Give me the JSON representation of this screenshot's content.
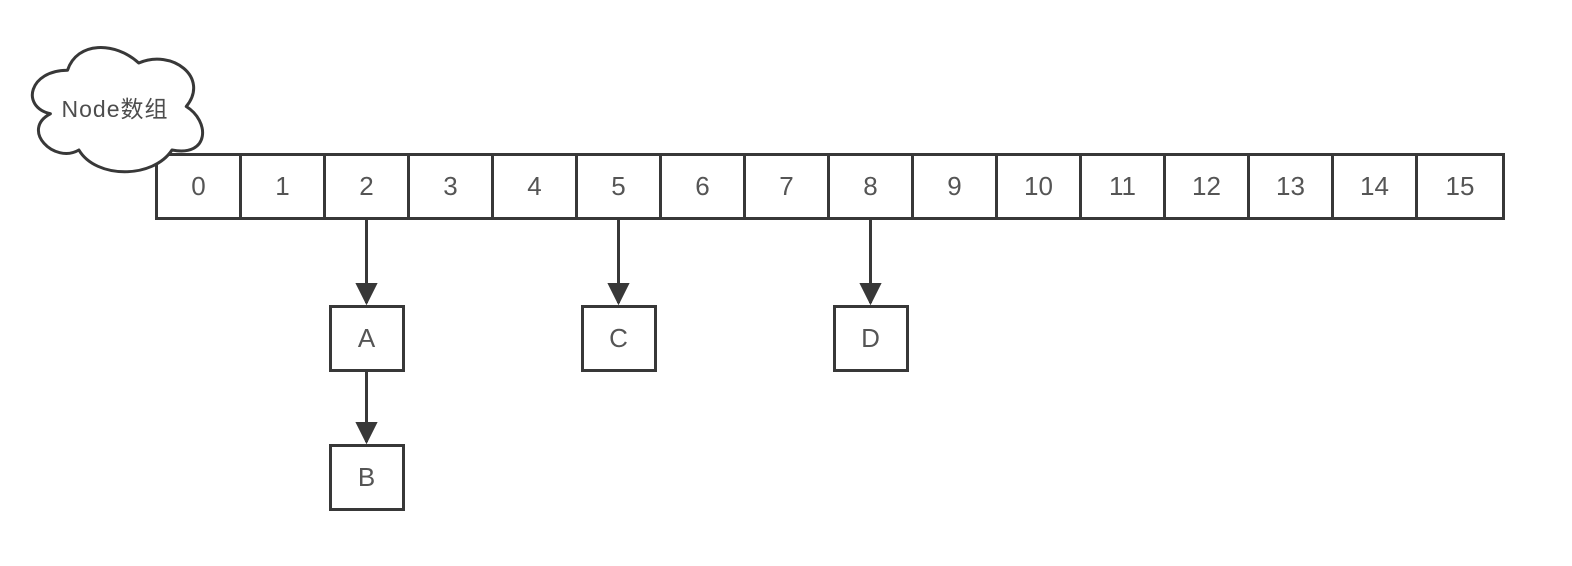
{
  "colors": {
    "stroke": "#383838",
    "text": "#555555",
    "shape_fill": "#ffffff",
    "background": "#ffffff"
  },
  "cloud": {
    "label": "Node数组"
  },
  "array": {
    "cells": [
      "0",
      "1",
      "2",
      "3",
      "4",
      "5",
      "6",
      "7",
      "8",
      "9",
      "10",
      "11",
      "12",
      "13",
      "14",
      "15"
    ]
  },
  "nodes": [
    {
      "id": "A",
      "label": "A",
      "column": 2,
      "row": 1
    },
    {
      "id": "B",
      "label": "B",
      "column": 2,
      "row": 2
    },
    {
      "id": "C",
      "label": "C",
      "column": 5,
      "row": 1
    },
    {
      "id": "D",
      "label": "D",
      "column": 8,
      "row": 1
    }
  ],
  "edges": [
    {
      "from": "array:2",
      "to": "node:A"
    },
    {
      "from": "node:A",
      "to": "node:B"
    },
    {
      "from": "array:5",
      "to": "node:C"
    },
    {
      "from": "array:8",
      "to": "node:D"
    }
  ]
}
